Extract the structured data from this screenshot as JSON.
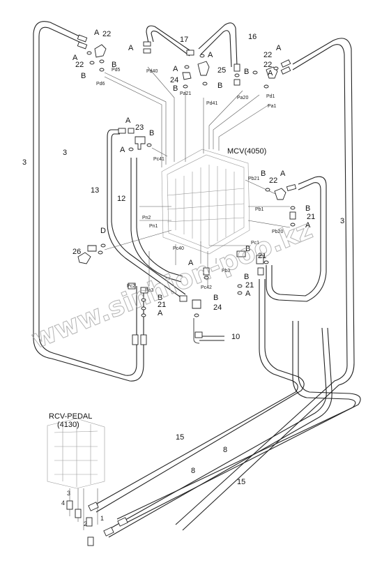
{
  "diagram": {
    "watermark": "www.sinhion-poo.kz",
    "mcv_label": "MCV(4050)",
    "rcv_label_1": "RCV-PEDAL",
    "rcv_label_2": "(4130)",
    "parts": {
      "p3a": "3",
      "p3b": "3",
      "p3c": "3",
      "p8a": "8",
      "p8b": "8",
      "p10": "10",
      "p12": "12",
      "p13": "13",
      "p15a": "15",
      "p15b": "15",
      "p16": "16",
      "p17": "17",
      "p21a": "21",
      "p21b": "21",
      "p21c": "21",
      "p21d": "21",
      "p22a": "22",
      "p22b": "22",
      "p22c": "22",
      "p22d": "22",
      "p22e": "22",
      "p23": "23",
      "p24a": "24",
      "p24b": "24",
      "p25": "25",
      "p26": "26",
      "r1": "1",
      "r2": "2",
      "r3": "3",
      "r4": "4"
    },
    "letters": {
      "a1": "A",
      "a2": "A",
      "a3": "A",
      "a4": "A",
      "a5": "A",
      "a6": "A",
      "a7": "A",
      "a8": "A",
      "a9": "A",
      "a10": "A",
      "a11": "A",
      "a12": "A",
      "a13": "A",
      "a14": "A",
      "b1": "B",
      "b2": "B",
      "b3": "B",
      "b4": "B",
      "b5": "B",
      "b6": "B",
      "b7": "B",
      "b8": "B",
      "b9": "B",
      "b10": "B",
      "b11": "B",
      "b12": "B",
      "d1": "D"
    },
    "ports": {
      "pd5": "Pd5",
      "pd6": "Pd6",
      "pd40": "Pd40",
      "pa21": "Pa21",
      "pd41": "Pd41",
      "pa20": "Pa20",
      "pd1": "Pd1",
      "pa1": "Pa1",
      "pc41": "Pc41",
      "pb21": "Pb21",
      "pb1": "Pb1",
      "pb20": "Pb20",
      "pn2": "Pn2",
      "pn1": "Pn1",
      "pc40": "Pc40",
      "pc1": "Pc1",
      "pa3": "Pa3",
      "pc42": "Pc42",
      "pb3": "Pb3",
      "pc2": "Pc2"
    }
  }
}
